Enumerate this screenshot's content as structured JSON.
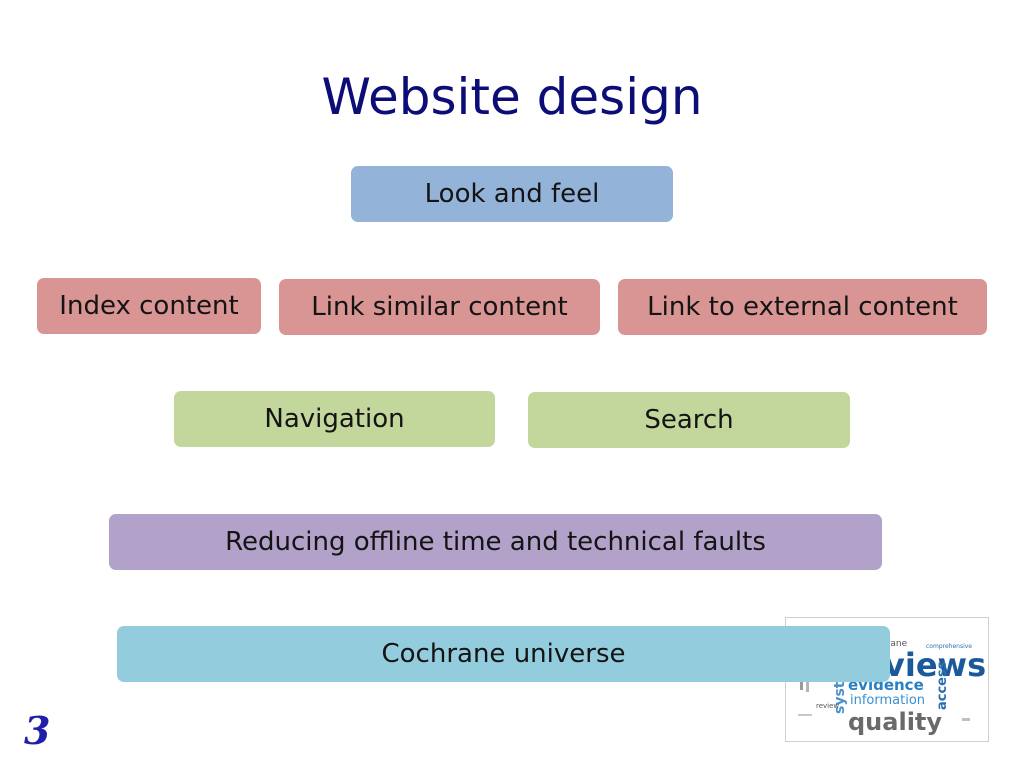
{
  "slide": {
    "title": "Website design",
    "page_number": "3"
  },
  "boxes": {
    "look_and_feel": "Look and feel",
    "index_content": "Index content",
    "link_similar": "Link similar content",
    "link_external": "Link to external content",
    "navigation": "Navigation",
    "search": "Search",
    "reducing": "Reducing offline time and technical faults",
    "cochrane": "Cochrane universe"
  },
  "wordcloud": {
    "words": [
      "views",
      "evidence",
      "information",
      "access",
      "quality",
      "review",
      "chrane",
      "comprehensive",
      "syst"
    ]
  },
  "colors": {
    "title": "#0d0d78",
    "blue_box": "#94b3d8",
    "red_box": "#d99593",
    "green_box": "#c3d69b",
    "purple_box": "#b2a1c8",
    "teal_box": "#93cddd",
    "page_number": "#1f1fa8"
  }
}
